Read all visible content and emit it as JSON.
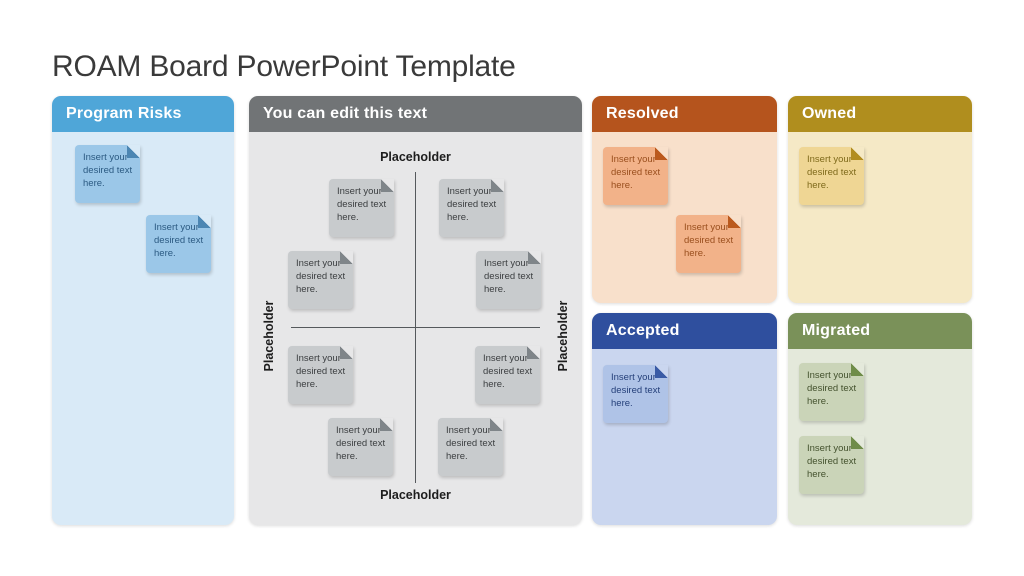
{
  "slide": {
    "title": "ROAM Board PowerPoint Template",
    "title_color": "#3a3a3a"
  },
  "note_text": "Insert your desired text here.",
  "panels": {
    "program_risks": {
      "label": "Program Risks",
      "header_color": "#4fa6d8",
      "body_color": "#d9eaf7",
      "note_fill": "#9bc7e8",
      "note_text_color": "#2b5a82",
      "fold_color": "#4c86b3",
      "note_count": 2
    },
    "quadrant": {
      "label": "You can edit this text",
      "header_color": "#717476",
      "body_color": "#e7e7e8",
      "note_fill": "#c8cbcd",
      "note_text_color": "#3b3e40",
      "fold_color": "#7f8589",
      "note_count": 8,
      "axis_color": "#55595c",
      "axis_labels": {
        "top": "Placeholder",
        "bottom": "Placeholder",
        "left": "Placeholder",
        "right": "Placeholder"
      }
    },
    "resolved": {
      "label": "Resolved",
      "header_color": "#b5541d",
      "body_color": "#f8e0cb",
      "note_fill": "#f2b289",
      "note_text_color": "#9a4f1e",
      "fold_color": "#bb5a1e",
      "note_count": 2
    },
    "owned": {
      "label": "Owned",
      "header_color": "#b08e1e",
      "body_color": "#f5e9c6",
      "note_fill": "#efd694",
      "note_text_color": "#7f6a1b",
      "fold_color": "#b28d20",
      "note_count": 1
    },
    "accepted": {
      "label": "Accepted",
      "header_color": "#2f4f9e",
      "body_color": "#cad6ef",
      "note_fill": "#afc3e7",
      "note_text_color": "#25407a",
      "fold_color": "#3a5ba5",
      "note_count": 1
    },
    "migrated": {
      "label": "Migrated",
      "header_color": "#7a9159",
      "body_color": "#e4e9db",
      "note_fill": "#cad4b8",
      "note_text_color": "#44522e",
      "fold_color": "#6f8c49",
      "note_count": 2
    }
  }
}
